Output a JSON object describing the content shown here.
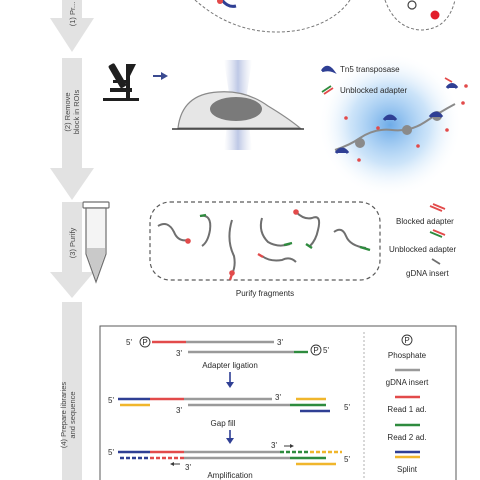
{
  "steps": [
    {
      "label": "(1) Pr..."
    },
    {
      "label_line1": "(2) Remove",
      "label_line2": "block in ROIs"
    },
    {
      "label": "(3) Purify"
    },
    {
      "label_line1": "(4) Prepare libraries",
      "label_line2": "and sequence"
    }
  ],
  "step2": {
    "legend_tn5": "Tn5 transposase",
    "legend_unblocked": "Unblocked adapter"
  },
  "step3": {
    "caption": "Purify fragments",
    "legend_blocked": "Blocked adapter",
    "legend_unblocked": "Unblocked adapter",
    "legend_gdna": "gDNA insert"
  },
  "step4": {
    "phosphate_symbol": "P",
    "stage_ligation": "Adapter ligation",
    "stage_gapfill": "Gap fill",
    "stage_amplification": "Amplification",
    "end5": "5'",
    "end3": "3'",
    "legend": {
      "phosphate_symbol": "P",
      "phosphate": "Phosphate",
      "gdna": "gDNA insert",
      "read1": "Read 1 ad.",
      "read2": "Read 2 ad.",
      "splint": "Splint"
    }
  },
  "colors": {
    "arrow": "#e2e2e2",
    "read1": "#e24a4a",
    "read2": "#2e8b3e",
    "gdna": "#9a9a9a",
    "splint_blue": "#2f3f94",
    "splint_yellow": "#f0b62c",
    "tn5": "#2f3f94",
    "glow": "#3d8fe0"
  }
}
